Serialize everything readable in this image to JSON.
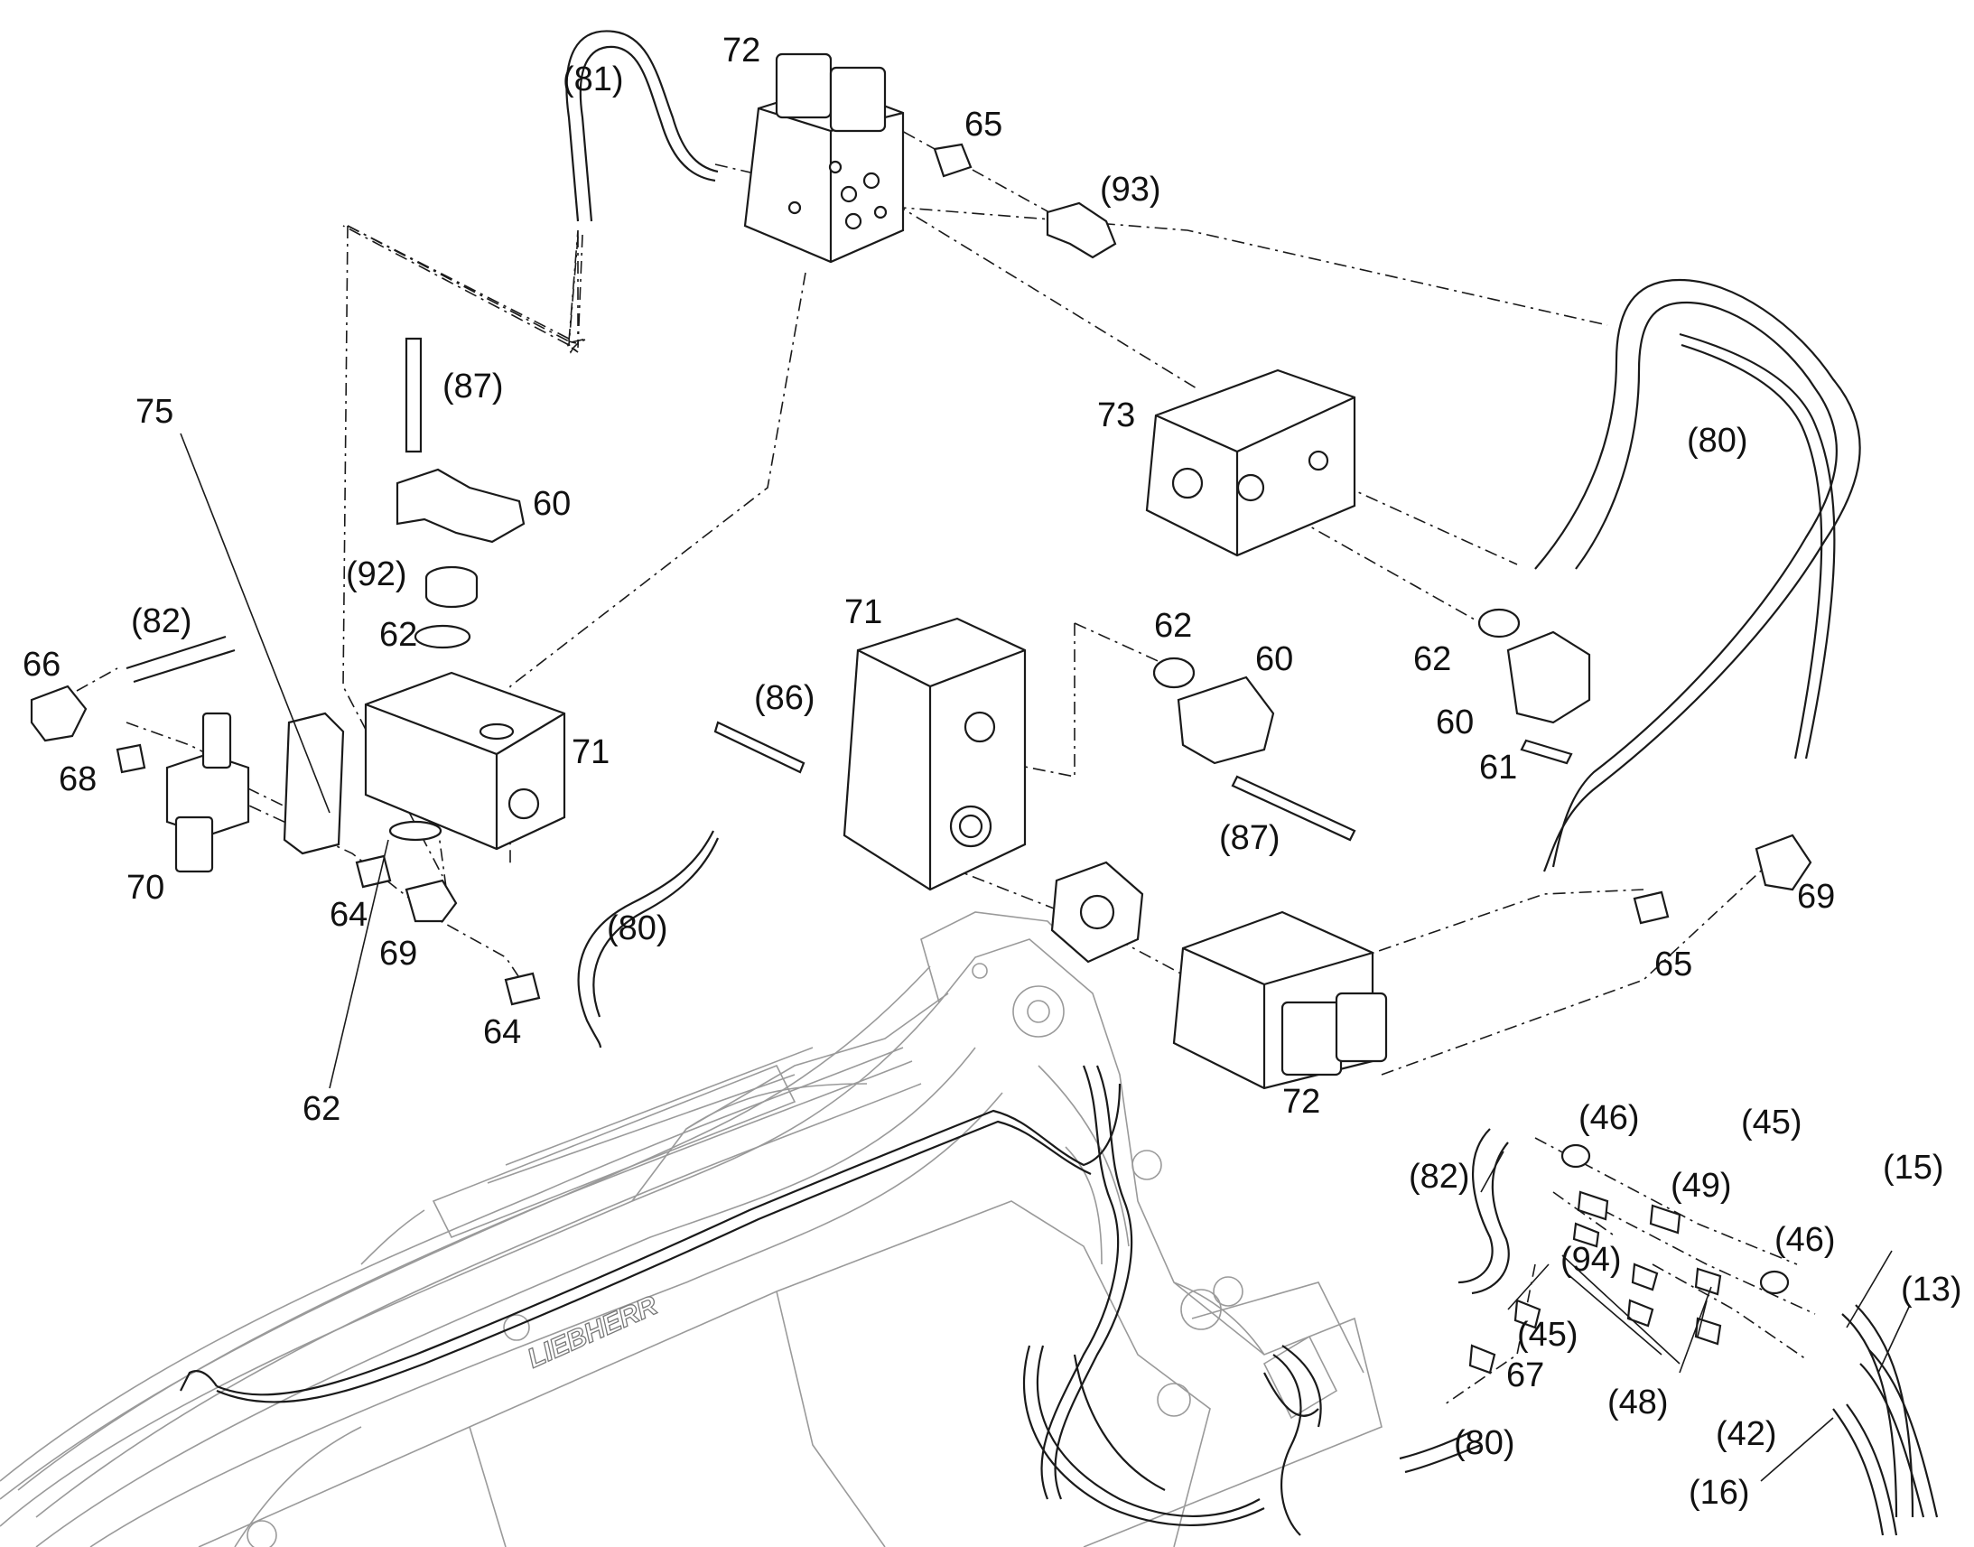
{
  "labels": [
    {
      "text": "72"
    },
    {
      "text": "(81)"
    },
    {
      "text": "65"
    },
    {
      "text": "(93)"
    },
    {
      "text": "(87)"
    },
    {
      "text": "75"
    },
    {
      "text": "73"
    },
    {
      "text": "(80)"
    },
    {
      "text": "60"
    },
    {
      "text": "(92)"
    },
    {
      "text": "(82)"
    },
    {
      "text": "62"
    },
    {
      "text": "71"
    },
    {
      "text": "62"
    },
    {
      "text": "60"
    },
    {
      "text": "62"
    },
    {
      "text": "66"
    },
    {
      "text": "(86)"
    },
    {
      "text": "60"
    },
    {
      "text": "61"
    },
    {
      "text": "71"
    },
    {
      "text": "68"
    },
    {
      "text": "(87)"
    },
    {
      "text": "70"
    },
    {
      "text": "64"
    },
    {
      "text": "69"
    },
    {
      "text": "69"
    },
    {
      "text": "(80)"
    },
    {
      "text": "65"
    },
    {
      "text": "64"
    },
    {
      "text": "62"
    },
    {
      "text": "72"
    },
    {
      "text": "(46)"
    },
    {
      "text": "(45)"
    },
    {
      "text": "(15)"
    },
    {
      "text": "(82)"
    },
    {
      "text": "(49)"
    },
    {
      "text": "(46)"
    },
    {
      "text": "(13)"
    },
    {
      "text": "(94)"
    },
    {
      "text": "(45)"
    },
    {
      "text": "67"
    },
    {
      "text": "(48)"
    },
    {
      "text": "(42)"
    },
    {
      "text": "(80)"
    },
    {
      "text": "(16)"
    }
  ],
  "brand": "LIEBHERR"
}
